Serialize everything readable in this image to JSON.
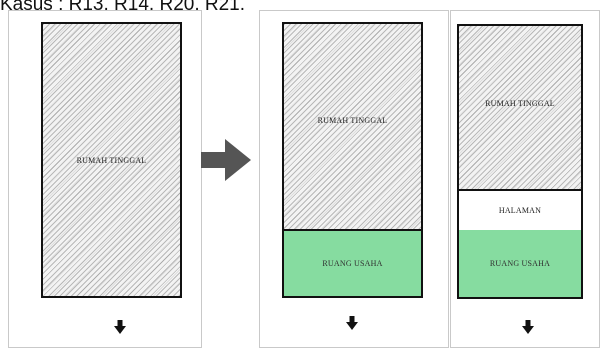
{
  "heading": "Kasus : R13, R14, R20, R21.",
  "before": {
    "house_label": "RUMAH TINGGAL"
  },
  "after_shop": {
    "house_label": "RUMAH TINGGAL",
    "shop_label": "RUANG USAHA"
  },
  "after_yard": {
    "house_label": "RUMAH TINGGAL",
    "yard_label": "HALAMAN",
    "shop_label": "RUANG USAHA"
  },
  "icons": {
    "transition_arrow": "arrow-right-icon",
    "continue_arrow": "arrow-down-icon"
  },
  "colors": {
    "shop_fill": "#86dca0",
    "outline": "#111111",
    "transition_arrow": "#555555"
  }
}
